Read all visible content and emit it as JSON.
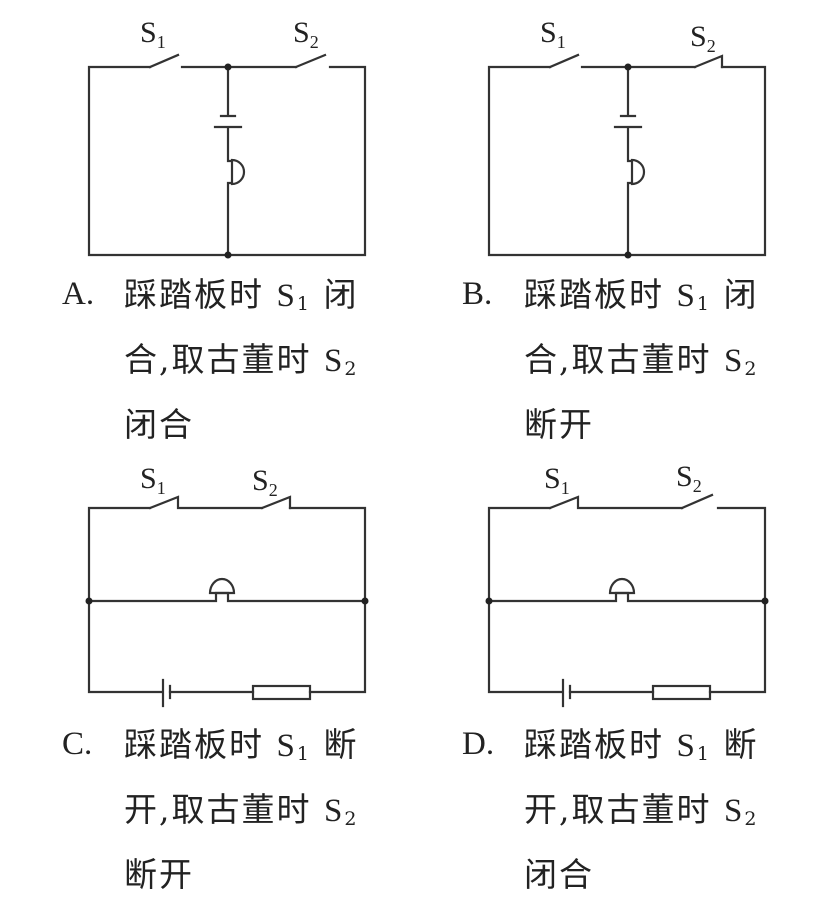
{
  "switch_labels": {
    "s1": "S",
    "s1_sub": "1",
    "s2": "S",
    "s2_sub": "2"
  },
  "options": [
    {
      "letter": "A.",
      "lines": [
        [
          "踩踏板时 ",
          "S",
          "1",
          " 闭"
        ],
        [
          "合,取古董时 ",
          "S",
          "2",
          ""
        ],
        [
          "闭合"
        ]
      ]
    },
    {
      "letter": "B.",
      "lines": [
        [
          "踩踏板时 ",
          "S",
          "1",
          " 闭"
        ],
        [
          "合,取古董时 ",
          "S",
          "2",
          ""
        ],
        [
          "断开"
        ]
      ]
    },
    {
      "letter": "C.",
      "lines": [
        [
          "踩踏板时 ",
          "S",
          "1",
          " 断"
        ],
        [
          "开,取古董时 ",
          "S",
          "2",
          ""
        ],
        [
          "断开"
        ]
      ]
    },
    {
      "letter": "D.",
      "lines": [
        [
          "踩踏板时 ",
          "S",
          "1",
          " 断"
        ],
        [
          "开,取古董时 ",
          "S",
          "2",
          ""
        ],
        [
          "闭合"
        ]
      ]
    }
  ],
  "circuits": [
    {
      "option": "A",
      "s1": "open",
      "s2": "open"
    },
    {
      "option": "B",
      "s1": "open",
      "s2": "closed"
    },
    {
      "option": "C",
      "s1": "closed",
      "s2": "closed"
    },
    {
      "option": "D",
      "s1": "closed",
      "s2": "open"
    }
  ]
}
